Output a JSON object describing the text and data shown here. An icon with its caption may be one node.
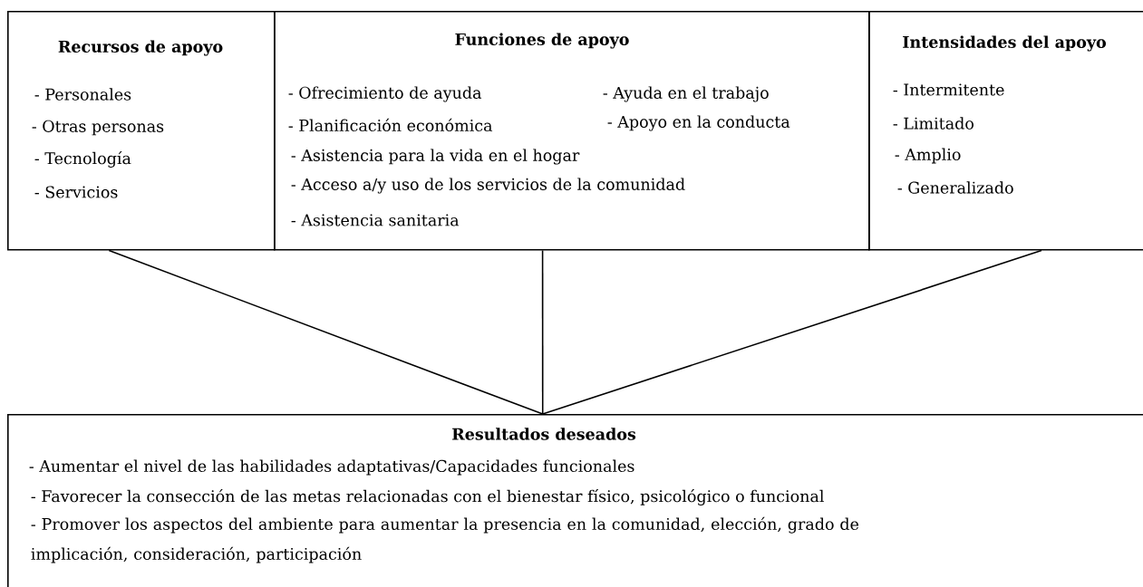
{
  "diagram": {
    "nodes": [
      {
        "text": [
          "Recursos de apoyo",
          "- Personales",
          "- Otras personas",
          "- Tecnología",
          "- Servicios"
        ]
      },
      {
        "text": [
          "Funciones de apoyo",
          "- Ofrecimiento de ayuda",
          "- Ayuda en el trabajo",
          "- Planificación económica",
          "- Apoyo en la conducta",
          "- Asistencia para la vida en el hogar",
          "- Acceso a/y uso de los servicios de la comunidad",
          "- Asistencia sanitaria"
        ]
      },
      {
        "text": [
          "Intensidades del apoyo",
          "- Intermitente",
          "- Limitado",
          "- Amplio",
          "- Generalizado"
        ]
      },
      {
        "text": [
          "Resultados deseados",
          "- Aumentar el nivel de las habilidades adaptativas/Capacidades funcionales",
          "- Favorecer la consección de las metas relacionadas con el bienestar físico, psicológico o funcional",
          "- Promover los aspectos del ambiente para aumentar la presencia en la comunidad, elección, grado de implicación, consideración, participación"
        ]
      }
    ],
    "edges": [
      {
        "from": 0,
        "to": 3,
        "arrow": "none"
      },
      {
        "from": 1,
        "to": 3,
        "arrow": "none"
      },
      {
        "from": 2,
        "to": 3,
        "arrow": "none"
      }
    ]
  }
}
